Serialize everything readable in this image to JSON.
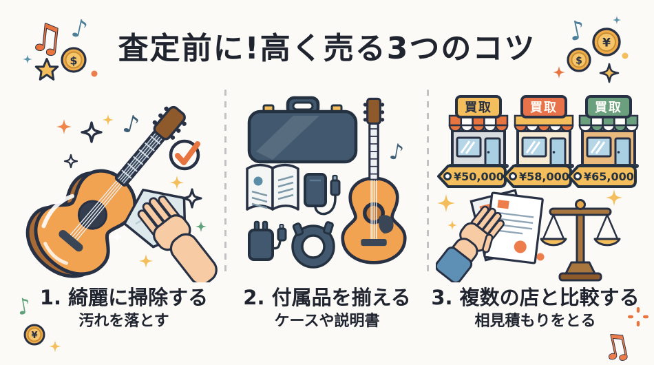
{
  "title": "査定前に!高く売る3つのコツ",
  "sections": [
    {
      "heading": "1. 綺麗に掃除する",
      "sub": "汚れを落とす"
    },
    {
      "heading": "2. 付属品を揃える",
      "sub": "ケースや説明書"
    },
    {
      "heading": "3. 複数の店と比較する",
      "sub": "相見積もりをとる"
    }
  ],
  "shops": [
    {
      "sign": "買取",
      "price": "¥50,000"
    },
    {
      "sign": "買取",
      "price": "¥58,000"
    },
    {
      "sign": "買取",
      "price": "¥65,000"
    }
  ],
  "coins": {
    "dollar": "$",
    "yen": "¥"
  },
  "colors": {
    "background": "#FBFAF7",
    "ink": "#283044",
    "accent_orange": "#E8743F",
    "gold": "#F3BE5B",
    "teal": "#4E7F9A",
    "green": "#5FA27B",
    "guitar_orange": "#F2A351",
    "case_blue": "#41586E",
    "skin": "#F7CBA4"
  }
}
